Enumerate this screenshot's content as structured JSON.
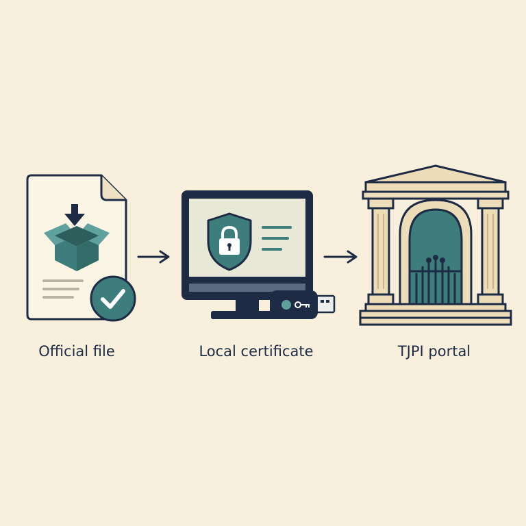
{
  "steps": [
    {
      "label": "Official file",
      "icon": "document-download-check-icon"
    },
    {
      "label": "Local certificate",
      "icon": "monitor-shield-usb-key-icon"
    },
    {
      "label": "TJPI portal",
      "icon": "courthouse-gate-icon"
    }
  ],
  "connectors": [
    "arrow-right-icon",
    "arrow-right-icon"
  ],
  "colors": {
    "background": "#f8f0dc",
    "navy": "#1d2b45",
    "teal": "#3d7d7b",
    "beige": "#ecdcb8",
    "paper": "#fbf5e6"
  }
}
